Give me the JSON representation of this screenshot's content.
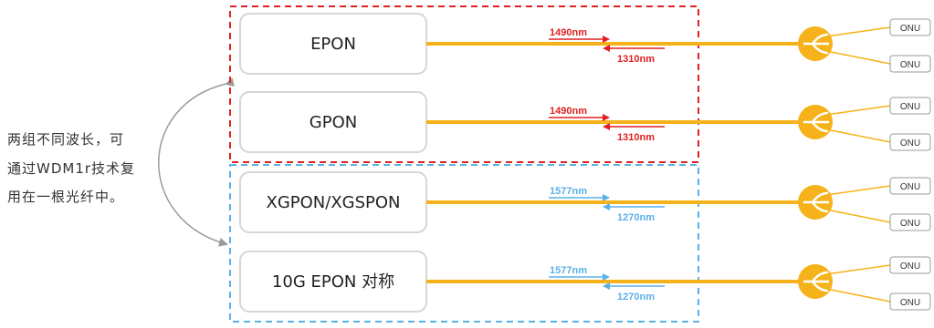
{
  "note_lines": [
    "两组不同波长，可",
    "通过WDM1r技术复",
    "用在一根光纤中。"
  ],
  "colors": {
    "group1": "#e02020",
    "group2": "#5ab0e8",
    "fiber": "#f5b21a",
    "box_stroke": "#d6d6d6",
    "onu_stroke": "#9a9a9a"
  },
  "groups": [
    {
      "name": "group-1",
      "rows": [
        {
          "label": "EPON",
          "down": "1490nm",
          "up": "1310nm"
        },
        {
          "label": "GPON",
          "down": "1490nm",
          "up": "1310nm"
        }
      ]
    },
    {
      "name": "group-2",
      "rows": [
        {
          "label": "XGPON/XGSPON",
          "down": "1577nm",
          "up": "1270nm"
        },
        {
          "label": "10G EPON 对称",
          "down": "1577nm",
          "up": "1270nm"
        }
      ]
    }
  ],
  "onu_label": "ONU",
  "icons": {
    "splitter": "splitter-icon",
    "curved_arrow": "curved-arrow-icon"
  }
}
